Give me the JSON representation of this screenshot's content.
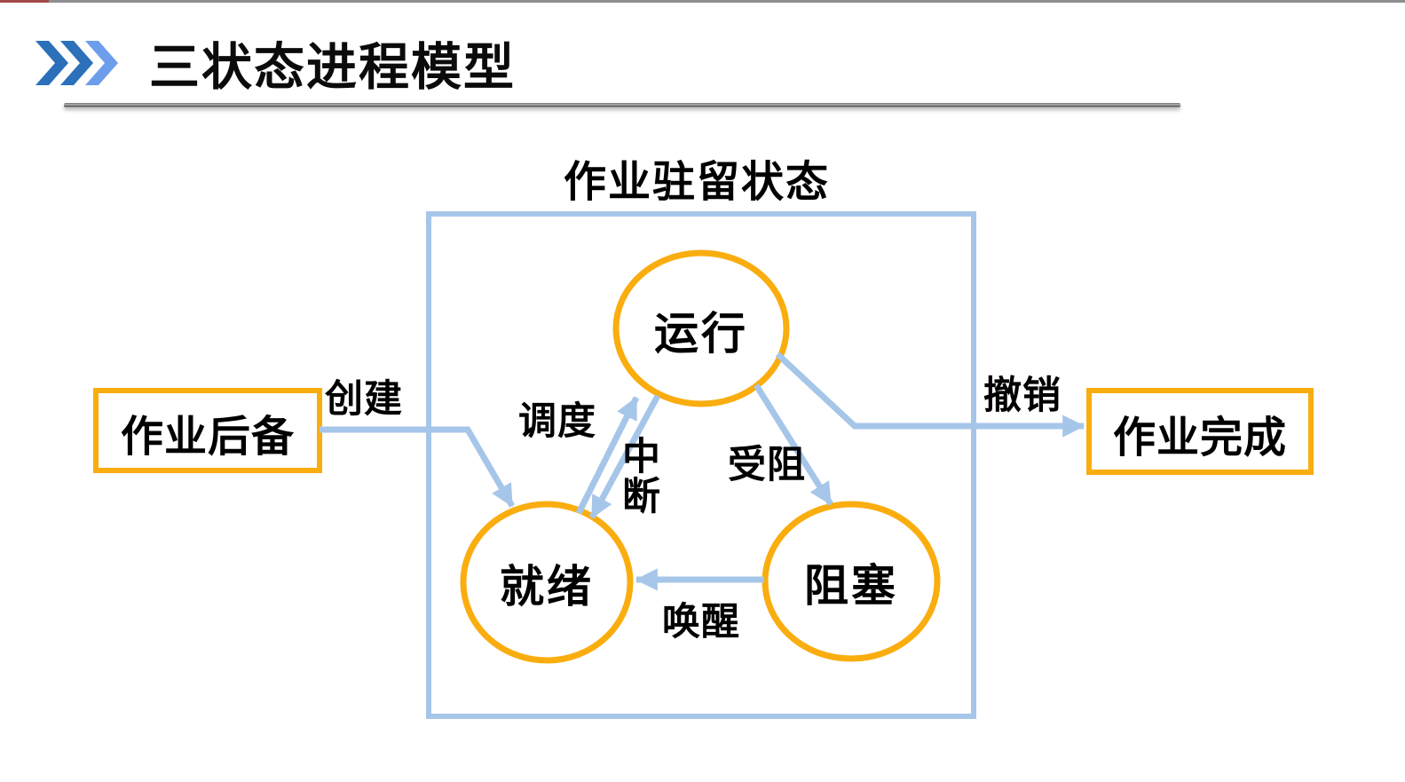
{
  "progress_bar": {
    "track_color": "#8F8F8F",
    "watched_color": "#A34A4A"
  },
  "header": {
    "title": "三状态进程模型",
    "chevron_icon": "triple-chevron-right",
    "chevron_colors": [
      "#2B70B9",
      "#2B70B9",
      "#6D9EEB"
    ]
  },
  "diagram": {
    "container_label": "作业驻留状态",
    "nodes": {
      "running": "运行",
      "ready": "就绪",
      "blocked": "阻塞"
    },
    "external": {
      "backlog": "作业后备",
      "finished": "作业完成"
    },
    "transitions": {
      "create": "创建",
      "schedule": "调度",
      "interrupt": "中断",
      "block": "受阻",
      "wakeup": "唤醒",
      "terminate": "撤销"
    },
    "colors": {
      "node_border": "#FAAD0F",
      "arrow": "#A6C6E9",
      "box_border": "#A6C6E9"
    }
  }
}
